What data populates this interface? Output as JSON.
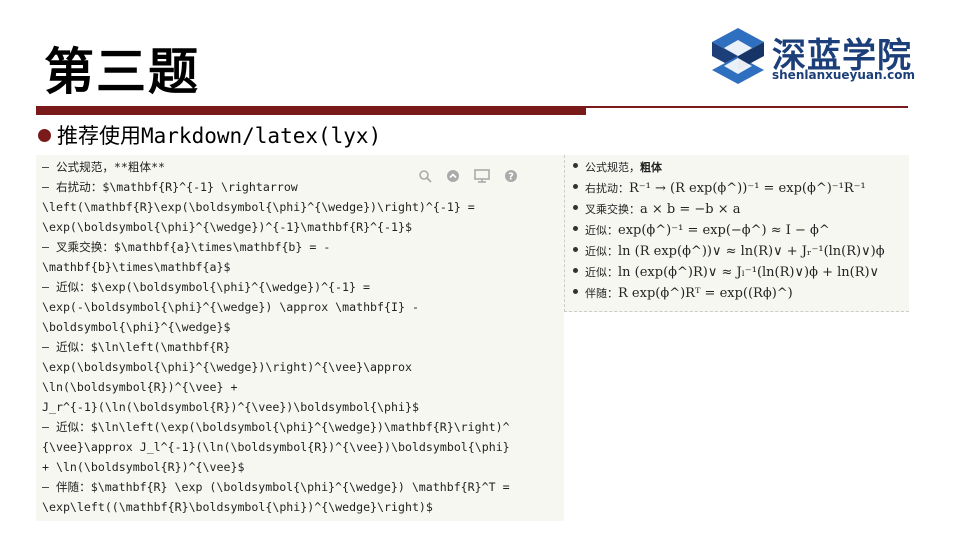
{
  "slide": {
    "title": "第三题",
    "bullet": "推荐使用Markdown/latex(lyx)"
  },
  "logo": {
    "name": "深蓝学院",
    "url_text": "shenlanxueyuan.com",
    "colors": {
      "blue": "#1c3f7a",
      "light_blue": "#2f6fbf"
    }
  },
  "colors": {
    "accent": "#7a1a1a",
    "editor_bg": "#f7f7f2"
  },
  "editor": {
    "toolbar_icons": [
      "search-icon",
      "arrow-up-icon",
      "monitor-icon",
      "help-icon"
    ],
    "lines": [
      "– 公式规范，**粗体**",
      "– 右扰动：$\\mathbf{R}^{-1} \\rightarrow",
      "\\left(\\mathbf{R}\\exp(\\boldsymbol{\\phi}^{\\wedge})\\right)^{-1} =",
      "\\exp(\\boldsymbol{\\phi}^{\\wedge})^{-1}\\mathbf{R}^{-1}$",
      "– 叉乘交换：$\\mathbf{a}\\times\\mathbf{b} = -",
      "\\mathbf{b}\\times\\mathbf{a}$",
      "– 近似：$\\exp(\\boldsymbol{\\phi}^{\\wedge})^{-1} =",
      "\\exp(-\\boldsymbol{\\phi}^{\\wedge}) \\approx \\mathbf{I} -",
      "\\boldsymbol{\\phi}^{\\wedge}$",
      "– 近似：$\\ln\\left(\\mathbf{R}",
      "\\exp(\\boldsymbol{\\phi}^{\\wedge})\\right)^{\\vee}\\approx",
      "\\ln(\\boldsymbol{R})^{\\vee} +",
      "J_r^{-1}(\\ln(\\boldsymbol{R})^{\\vee})\\boldsymbol{\\phi}$",
      "– 近似：$\\ln\\left(\\exp(\\boldsymbol{\\phi}^{\\wedge})\\mathbf{R}\\right)^",
      "{\\vee}\\approx J_l^{-1}(\\ln(\\boldsymbol{R})^{\\vee})\\boldsymbol{\\phi}",
      "+ \\ln(\\boldsymbol{R})^{\\vee}$",
      "– 伴随：$\\mathbf{R} \\exp (\\boldsymbol{\\phi}^{\\wedge}) \\mathbf{R}^T =",
      "\\exp\\left((\\mathbf{R}\\boldsymbol{\\phi})^{\\wedge}\\right)$"
    ]
  },
  "preview": {
    "items": [
      {
        "label": "公式规范，",
        "bold": "粗体",
        "math": ""
      },
      {
        "label": "右扰动：",
        "bold": "",
        "math": "R⁻¹ → (R exp(ϕ^))⁻¹ = exp(ϕ^)⁻¹R⁻¹"
      },
      {
        "label": "叉乘交换：",
        "bold": "",
        "math": "a × b = −b × a"
      },
      {
        "label": "近似：",
        "bold": "",
        "math": "exp(ϕ^)⁻¹ = exp(−ϕ^) ≈ I − ϕ^"
      },
      {
        "label": "近似：",
        "bold": "",
        "math": "ln (R exp(ϕ^))∨ ≈ ln(R)∨ + Jᵣ⁻¹(ln(R)∨)ϕ"
      },
      {
        "label": "近似：",
        "bold": "",
        "math": "ln (exp(ϕ^)R)∨ ≈ Jₗ⁻¹(ln(R)∨)ϕ + ln(R)∨"
      },
      {
        "label": "伴随：",
        "bold": "",
        "math": "R exp(ϕ^)Rᵀ = exp((Rϕ)^)"
      }
    ]
  }
}
